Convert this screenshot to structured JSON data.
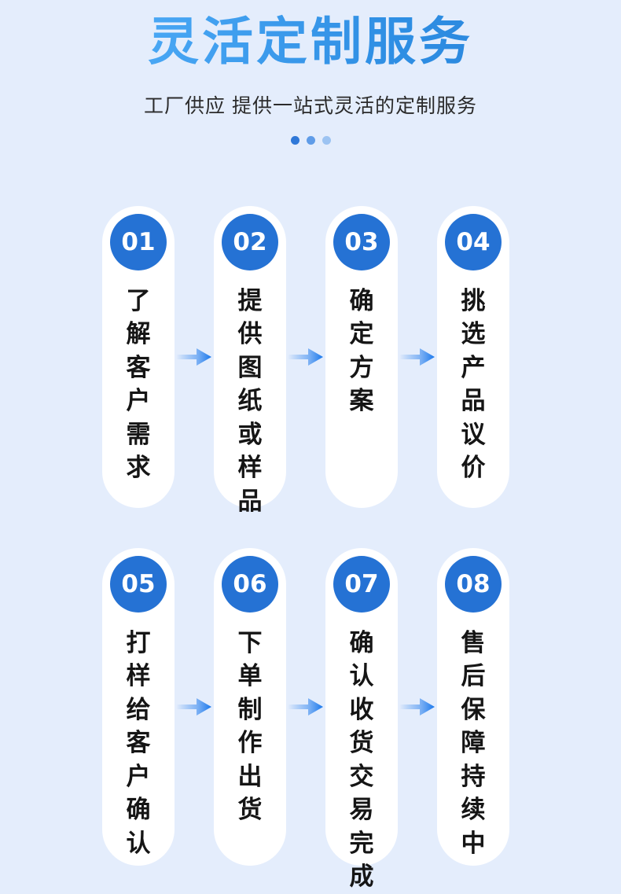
{
  "header": {
    "title": "灵活定制服务",
    "subtitle": "工厂供应 提供一站式灵活的定制服务",
    "dots": [
      "dot-dark",
      "dot-medium",
      "dot-light"
    ]
  },
  "colors": {
    "background": "#e4edfc",
    "card": "#ffffff",
    "badge": "#2572d4",
    "title_gradient_start": "#4aa8f5",
    "title_gradient_end": "#2580d8",
    "arrow": "#1f7aec",
    "text": "#151515",
    "subtitle_text": "#2b2b2b"
  },
  "steps": [
    {
      "number": "01",
      "label": "了解客户需求",
      "chars": [
        "了",
        "解",
        "客",
        "户",
        "需",
        "求"
      ]
    },
    {
      "number": "02",
      "label": "提供图纸或样品",
      "chars": [
        "提",
        "供",
        "图",
        "纸",
        "或",
        "样",
        "品"
      ]
    },
    {
      "number": "03",
      "label": "确定方案",
      "chars": [
        "确",
        "定",
        "方",
        "案"
      ]
    },
    {
      "number": "04",
      "label": "挑选产品议价",
      "chars": [
        "挑",
        "选",
        "产",
        "品",
        "议",
        "价"
      ]
    },
    {
      "number": "05",
      "label": "打样给客户确认",
      "chars": [
        "打",
        "样",
        "给",
        "客",
        "户",
        "确",
        "认"
      ]
    },
    {
      "number": "06",
      "label": "下单制作出货",
      "chars": [
        "下",
        "单",
        "制",
        "作",
        "出",
        "货"
      ]
    },
    {
      "number": "07",
      "label": "确认收货交易完成",
      "chars": [
        "确",
        "认",
        "收",
        "货",
        "交",
        "易",
        "完",
        "成"
      ]
    },
    {
      "number": "08",
      "label": "售后保障持续中",
      "chars": [
        "售",
        "后",
        "保",
        "障",
        "持",
        "续",
        "中"
      ]
    }
  ],
  "arrows": {
    "icon": "arrow-right-icon",
    "count_row1": 3,
    "count_row2": 3
  }
}
